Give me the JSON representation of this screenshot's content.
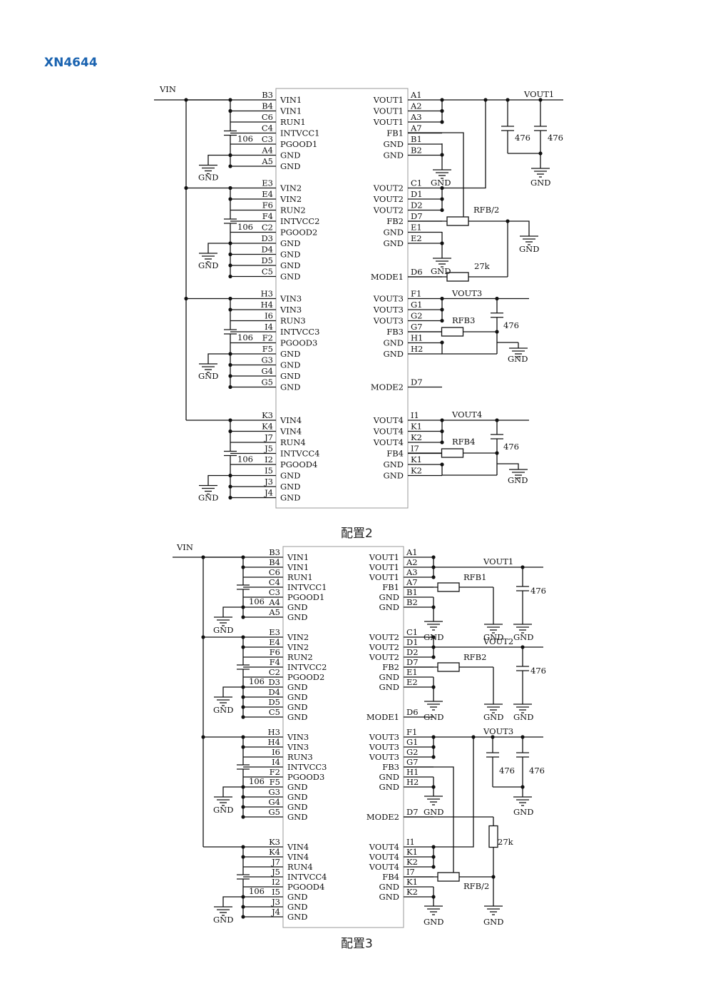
{
  "title": "XN4644",
  "captions": {
    "config2": "配置2",
    "config3": "配置3"
  },
  "net_labels": {
    "vin": "VIN",
    "gnd": "GND",
    "vout1": "VOUT1",
    "vout2": "VOUT2",
    "vout3": "VOUT3",
    "vout4": "VOUT4"
  },
  "component_labels": {
    "cin": "106",
    "cout": "476",
    "rfb2": "RFB/2",
    "rfb1": "RFB1",
    "rfb2b": "RFB2",
    "rfb3": "RFB3",
    "rfb4": "RFB4",
    "r27k": "27k"
  },
  "left_pins": [
    [
      [
        "B3",
        "VIN1"
      ],
      [
        "B4",
        "VIN1"
      ],
      [
        "C6",
        "RUN1"
      ],
      [
        "C4",
        "INTVCC1"
      ],
      [
        "C3",
        "PGOOD1"
      ],
      [
        "A4",
        "GND"
      ],
      [
        "A5",
        "GND"
      ]
    ],
    [
      [
        "E3",
        "VIN2"
      ],
      [
        "E4",
        "VIN2"
      ],
      [
        "F6",
        "RUN2"
      ],
      [
        "F4",
        "INTVCC2"
      ],
      [
        "C2",
        "PGOOD2"
      ],
      [
        "D3",
        "GND"
      ],
      [
        "D4",
        "GND"
      ],
      [
        "D5",
        "GND"
      ],
      [
        "C5",
        "GND"
      ]
    ],
    [
      [
        "H3",
        "VIN3"
      ],
      [
        "H4",
        "VIN3"
      ],
      [
        "I6",
        "RUN3"
      ],
      [
        "I4",
        "INTVCC3"
      ],
      [
        "F2",
        "PGOOD3"
      ],
      [
        "F5",
        "GND"
      ],
      [
        "G3",
        "GND"
      ],
      [
        "G4",
        "GND"
      ],
      [
        "G5",
        "GND"
      ]
    ],
    [
      [
        "K3",
        "VIN4"
      ],
      [
        "K4",
        "VIN4"
      ],
      [
        "J7",
        "RUN4"
      ],
      [
        "J5",
        "INTVCC4"
      ],
      [
        "I2",
        "PGOOD4"
      ],
      [
        "I5",
        "GND"
      ],
      [
        "J3",
        "GND"
      ],
      [
        "J4",
        "GND"
      ]
    ]
  ],
  "right_pins": [
    [
      [
        "A1",
        "VOUT1"
      ],
      [
        "A2",
        "VOUT1"
      ],
      [
        "A3",
        "VOUT1"
      ],
      [
        "A7",
        "FB1"
      ],
      [
        "B1",
        "GND"
      ],
      [
        "B2",
        "GND"
      ]
    ],
    [
      [
        "C1",
        "VOUT2"
      ],
      [
        "D1",
        "VOUT2"
      ],
      [
        "D2",
        "VOUT2"
      ],
      [
        "D7",
        "FB2"
      ],
      [
        "E1",
        "GND"
      ],
      [
        "E2",
        "GND"
      ]
    ],
    [
      [
        "D6",
        "MODE1"
      ]
    ],
    [
      [
        "F1",
        "VOUT3"
      ],
      [
        "G1",
        "VOUT3"
      ],
      [
        "G2",
        "VOUT3"
      ],
      [
        "G7",
        "FB3"
      ],
      [
        "H1",
        "GND"
      ],
      [
        "H2",
        "GND"
      ]
    ],
    [
      [
        "D7",
        "MODE2"
      ]
    ],
    [
      [
        "I1",
        "VOUT4"
      ],
      [
        "K1",
        "VOUT4"
      ],
      [
        "K2",
        "VOUT4"
      ],
      [
        "I7",
        "FB4"
      ],
      [
        "K1",
        "GND"
      ],
      [
        "K2",
        "GND"
      ]
    ]
  ]
}
